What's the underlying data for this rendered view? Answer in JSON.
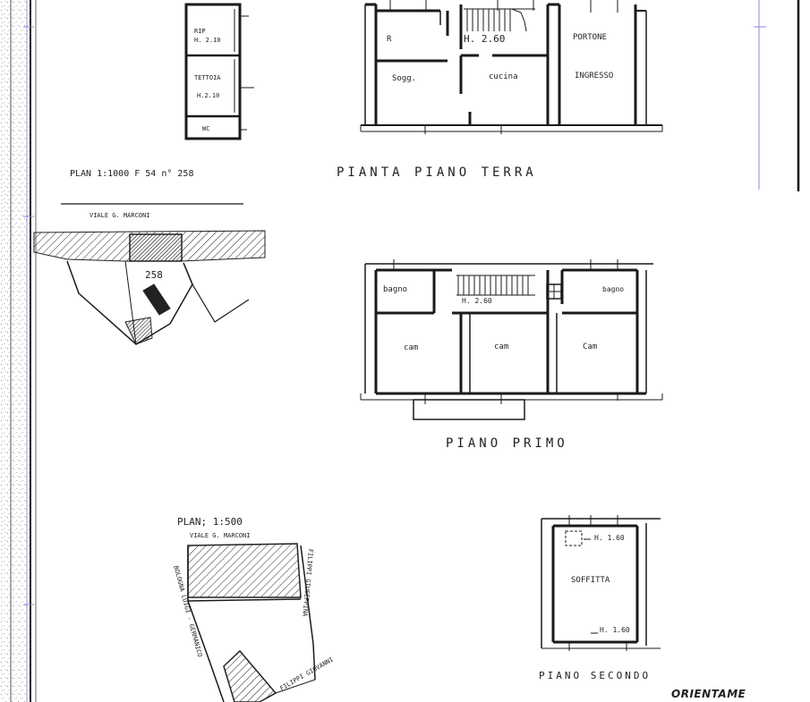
{
  "detached": {
    "rip_label": "RIP",
    "rip_height": "H. 2.10",
    "tettoia_label": "TETTOIA",
    "tettoia_height": "H.2.10",
    "wc_label": "WC"
  },
  "ground_floor": {
    "title": "PIANTA  PIANO  TERRA",
    "rooms": {
      "r": "R",
      "stair_height": "H. 2.60",
      "portone": "PORTONE",
      "sogg": "Sogg.",
      "cucina": "cucina",
      "ingresso": "INGRESSO"
    }
  },
  "first_floor": {
    "title": "PIANO  PRIMO",
    "rooms": {
      "bagno_left": "bagno",
      "stair_height": "H. 2.60",
      "bagno_right": "bagno",
      "cam_1": "cam",
      "cam_2": "cam",
      "cam_3": "Cam"
    }
  },
  "second_floor": {
    "title": "PIANO  SECONDO",
    "height_top": "H. 1.60",
    "soffitta": "SOFFITTA",
    "height_bottom": "H. 1.60"
  },
  "map_1000": {
    "caption": "PLAN 1:1000   F 54  n° 258",
    "street": "VIALE G. MARCONI",
    "parcel": "258"
  },
  "map_500": {
    "caption": "PLAN;  1:500",
    "street_top": "VIALE G. MARCONI",
    "street_left": "BOLOGNA  LUIGI - GERMANICO",
    "street_right": "FILIPPI GIUSEPPINA",
    "street_bottom": "FILIPPI GIOVANNI"
  },
  "orientation": "ORIENTAME"
}
